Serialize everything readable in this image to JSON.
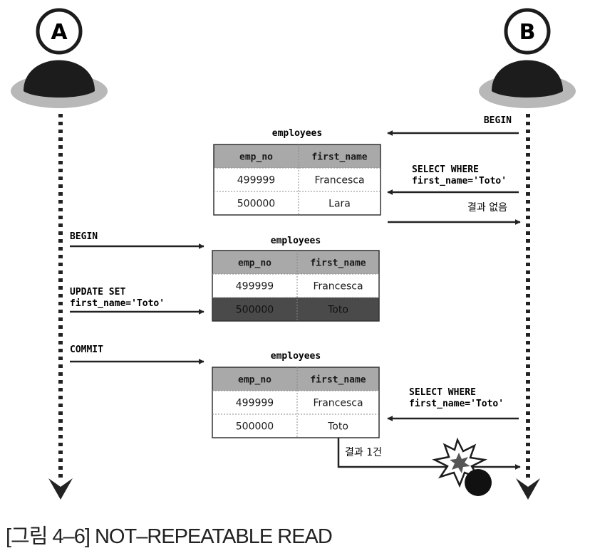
{
  "actors": {
    "a": {
      "label": "A"
    },
    "b": {
      "label": "B"
    }
  },
  "messages": {
    "b_begin": "BEGIN",
    "b_select1_line1": "SELECT WHERE",
    "b_select1_line2": "first_name='Toto'",
    "b_result_none": "결과 없음",
    "a_begin": "BEGIN",
    "a_update_line1": "UPDATE SET",
    "a_update_line2": "first_name='Toto'",
    "a_commit": "COMMIT",
    "b_select2_line1": "SELECT WHERE",
    "b_select2_line2": "first_name='Toto'",
    "b_result_one": "결과 1건"
  },
  "tables": [
    {
      "title": "employees",
      "headers": [
        "emp_no",
        "first_name"
      ],
      "rows": [
        [
          "499999",
          "Francesca"
        ],
        [
          "500000",
          "Lara"
        ]
      ],
      "highlight_row": null
    },
    {
      "title": "employees",
      "headers": [
        "emp_no",
        "first_name"
      ],
      "rows": [
        [
          "499999",
          "Francesca"
        ],
        [
          "500000",
          "Toto"
        ]
      ],
      "highlight_row": 1
    },
    {
      "title": "employees",
      "headers": [
        "emp_no",
        "first_name"
      ],
      "rows": [
        [
          "499999",
          "Francesca"
        ],
        [
          "500000",
          "Toto"
        ]
      ],
      "highlight_row": null
    }
  ],
  "caption": "[그림 4–6] NOT–REPEATABLE READ",
  "colors": {
    "header_fill": "#a9a9a9",
    "highlight_fill": "#4a4a4a",
    "arrow": "#222222",
    "person": "#1c1c1c",
    "shadow": "#b8b8b8"
  }
}
